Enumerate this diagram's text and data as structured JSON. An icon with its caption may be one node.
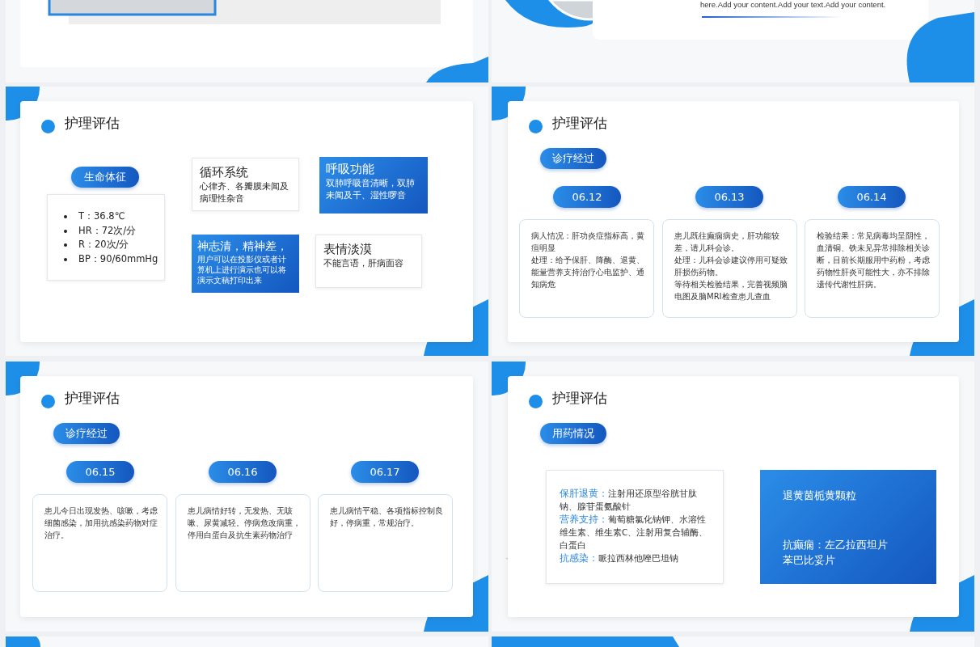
{
  "diagram": {
    "nodes": [
      {
        "text": [
          "护理评估"
        ]
      },
      {
        "text": [
          "生命体征"
        ],
        "in": 0
      },
      {
        "text": [
          "T：36.8℃",
          "HR：72次/分",
          "R：20次/分",
          "BP：90/60mmHg"
        ],
        "in": 0
      },
      {
        "text": [
          "循环系统",
          "心律齐、各瓣膜未闻及病理性杂音"
        ],
        "in": 0
      },
      {
        "text": [
          "呼吸功能",
          "双肺呼吸音清晰，双肺未闻及干、湿性啰音"
        ],
        "in": 0
      },
      {
        "text": [
          "神志清，精神差，",
          "用户可以在投影仪或者计算机上进行演示也可以将演示文稿打印出来"
        ],
        "in": 0
      },
      {
        "text": [
          "表情淡漠",
          "不能言语，肝病面容"
        ],
        "in": 0
      },
      {
        "text": [
          "护理评估"
        ]
      },
      {
        "text": [
          "诊疗经过"
        ],
        "in": 7
      },
      {
        "text": [
          "06.12"
        ],
        "in": 7
      },
      {
        "text": [
          "06.13"
        ],
        "in": 7
      },
      {
        "text": [
          "06.14"
        ],
        "in": 7
      },
      {
        "text": [
          "病人情况：肝功炎症指标高，黄疸明显",
          "处理：给予保肝、降酶、退黄、能量营养支持治疗心电监护、通知病危"
        ],
        "in": 7
      },
      {
        "text": [
          "患儿既往癫痫病史，肝功能较差，请儿科会诊。",
          "处理：儿科会诊建议停用可疑致肝损伤药物。",
          "等待相关检验结果，完善视频脑电图及脑MRI检查患儿查血"
        ],
        "in": 7
      },
      {
        "text": [
          "检验结果：常见病毒均呈阴性，血清铜、铁未见异常排除相关诊断，目前长期服用中药粉，考虑药物性肝炎可能性大，亦不排除遗传代谢性肝病。"
        ],
        "in": 7
      },
      {
        "text": [
          "护理评估"
        ]
      },
      {
        "text": [
          "诊疗经过"
        ],
        "in": 15
      },
      {
        "text": [
          "06.15"
        ],
        "in": 15
      },
      {
        "text": [
          "06.16"
        ],
        "in": 15
      },
      {
        "text": [
          "06.17"
        ],
        "in": 15
      },
      {
        "text": [
          "患儿今日出现发热、咳嗽，考虑细菌感染，加用抗感染药物对症治疗。"
        ],
        "in": 15
      },
      {
        "text": [
          "患儿病情好转，无发热、无咳嗽、尿黄减轻。停病危改病重，停用白蛋白及抗生素药物治疗"
        ],
        "in": 15
      },
      {
        "text": [
          "患儿病情平稳、各项指标控制良好，停病重，常规治疗。"
        ],
        "in": 15
      },
      {
        "text": [
          "护理评估"
        ]
      },
      {
        "text": [
          "用药情况"
        ],
        "in": 23
      },
      {
        "text": [
          "保肝退黄：",
          "注射用还原型谷胱甘肽钠、腺苷蛋氨酸针",
          "营养支持：",
          "葡萄糖氯化钠钾、水溶性维生素、维生素C、注射用复合辅酶、白蛋白",
          "抗感染：",
          "哌拉西林他唑巴坦钠"
        ],
        "in": 23
      },
      {
        "text": [
          "退黄茵栀黄颗粒",
          "抗癫痫：左乙拉西坦片",
          "苯巴比妥片"
        ],
        "in": 23
      }
    ],
    "labels": [
      "here.Add your content.Add your text.Add your content."
    ]
  }
}
